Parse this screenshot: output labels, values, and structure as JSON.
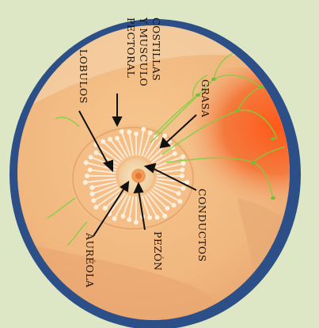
{
  "colors": {
    "background": "#dde7c6",
    "frame_blue": "#2b4f86",
    "skin": "#f1b77f",
    "muscle": "#f06a2a",
    "nerves": "#7bd23e",
    "areola": "#f2d2a6",
    "nipple": "#f29a58",
    "pointer_line": "#111111"
  },
  "labels": {
    "costillas_line1": "COSTILLAS",
    "costillas_line2": "Y MUSCULO",
    "costillas_line3": "PECTORAL",
    "lobulos": "LOBULOS",
    "grasa": "GRASA",
    "conductos": "CONDUCTOS",
    "pezon": "PEZÓN",
    "aureola": "AURÉOLA"
  },
  "icons": {
    "overall_image": "anatomy-illustration"
  }
}
